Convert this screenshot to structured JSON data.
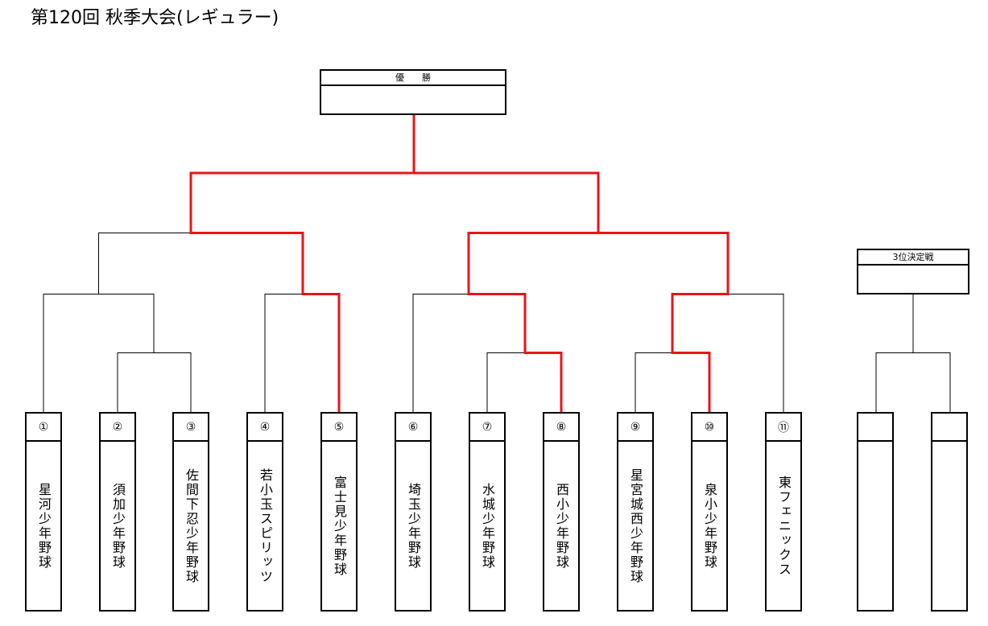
{
  "title": "第120回 秋季大会(レギュラー)",
  "champion_box": {
    "label": "優　　勝",
    "value": ""
  },
  "third_place_box": {
    "label": "3位決定戦",
    "value": ""
  },
  "teams": [
    {
      "seed": "①",
      "name": "星河少年野球"
    },
    {
      "seed": "②",
      "name": "須加少年野球"
    },
    {
      "seed": "③",
      "name": "佐間下忍少年野球"
    },
    {
      "seed": "④",
      "name": "若小玉スピリッツ"
    },
    {
      "seed": "⑤",
      "name": "富士見少年野球"
    },
    {
      "seed": "⑥",
      "name": "埼玉少年野球"
    },
    {
      "seed": "⑦",
      "name": "水城少年野球"
    },
    {
      "seed": "⑧",
      "name": "西小少年野球"
    },
    {
      "seed": "⑨",
      "name": "星宮城西少年野球"
    },
    {
      "seed": "⑩",
      "name": "泉小少年野球"
    },
    {
      "seed": "⑪",
      "name": "東フェニックス"
    }
  ],
  "third_place_slots": [
    {
      "seed": "",
      "name": ""
    },
    {
      "seed": "",
      "name": ""
    }
  ],
  "colors": {
    "winner_line": "#e8141c",
    "line": "#000000"
  }
}
